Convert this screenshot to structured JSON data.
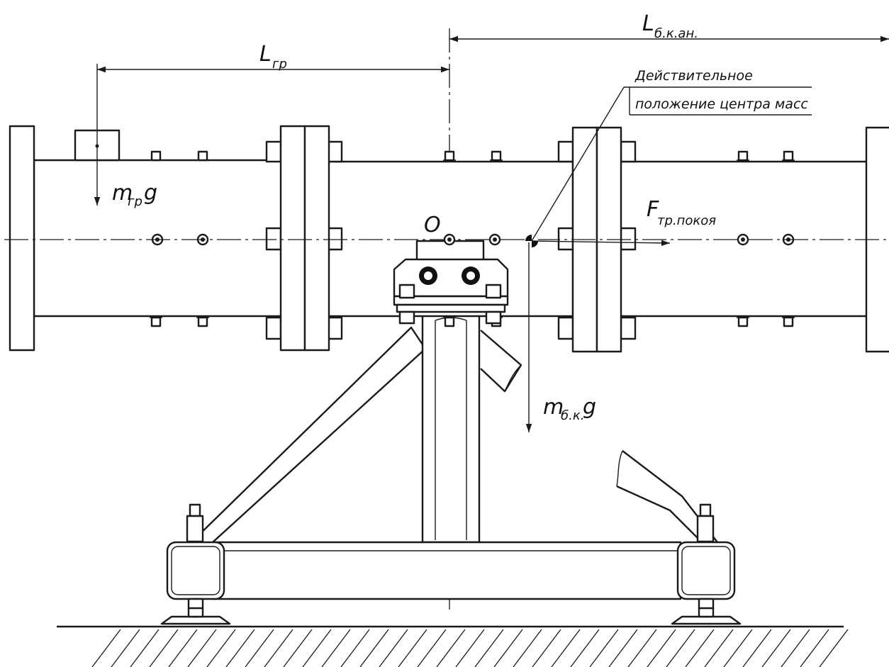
{
  "labels": {
    "l_cargo_main": "L",
    "l_cargo_sub": "гр",
    "l_anchor_main": "L",
    "l_anchor_sub": "б.к.ан.",
    "cargo_force_main": "m",
    "cargo_force_sub": "гр",
    "cargo_force_tail": "g",
    "friction_main": "F",
    "friction_sub": "тр.покоя",
    "mass_force_main": "m",
    "mass_force_sub": "б.к.",
    "mass_force_tail": "g",
    "origin": "O",
    "note_line1": "Действительное",
    "note_line2": "положение центра масс"
  }
}
